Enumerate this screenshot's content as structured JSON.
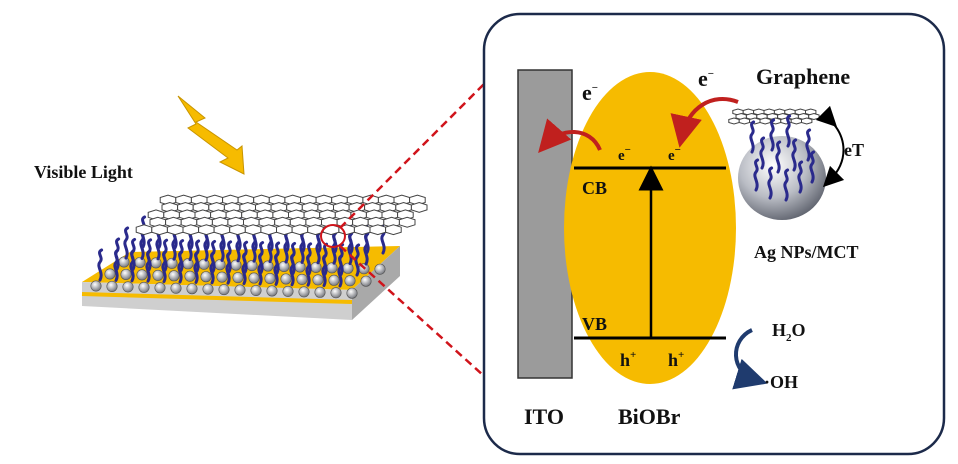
{
  "left_panel": {
    "light_label": "Visible Light"
  },
  "right_panel": {
    "electrode_label": "ITO",
    "semiconductor_label": "BiOBr",
    "cb_label": "CB",
    "vb_label": "VB",
    "graphene_label": "Graphene",
    "nanoparticle_label": "Ag NPs/MCT",
    "transfer_label": "eT",
    "electron_base": "e",
    "electron_sup": "−",
    "hole_base": "h",
    "hole_sup": "+",
    "water_h": "H",
    "water_sub": "2",
    "water_o": "O",
    "radical_label": "·OH"
  },
  "colors": {
    "biobr": "#F6BB00",
    "ito": "#9B9B9B",
    "panel_border": "#1C2A4A",
    "zoom_line": "#D0141B",
    "arrow_red": "#C0201E",
    "arrow_blue": "#1F3B6E",
    "lightning": "#F6BB00",
    "molecule": "#2A2A8C"
  },
  "icons": [
    "lightning-icon",
    "graphene-sheet-icon",
    "nanoparticle-sphere-icon",
    "electron-transfer-arrow-icon"
  ]
}
